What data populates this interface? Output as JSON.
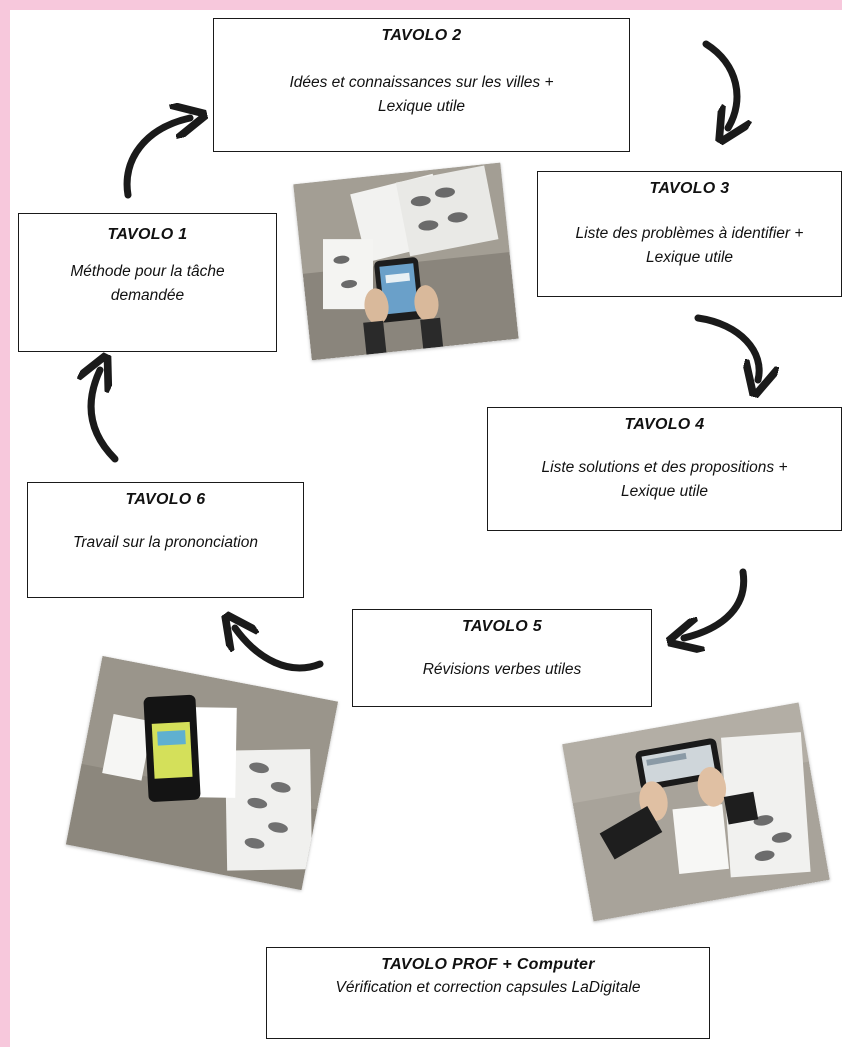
{
  "colors": {
    "page_border": "#f7c8dc",
    "box_border": "#1a1a1a",
    "arrow": "#1a1a1a"
  },
  "tables": [
    {
      "title": "TAVOLO 1",
      "desc": "Méthode pour la tâche\ndemandée"
    },
    {
      "title": "TAVOLO 2",
      "desc": "Idées et connaissances sur les villes +\nLexique utile"
    },
    {
      "title": "TAVOLO 3",
      "desc": "Liste des problèmes à identifier +\nLexique utile"
    },
    {
      "title": "TAVOLO 4",
      "desc": "Liste solutions et des propositions +\nLexique utile"
    },
    {
      "title": "TAVOLO 5",
      "desc": "Révisions verbes utiles"
    },
    {
      "title": "TAVOLO 6",
      "desc": "Travail sur la prononciation"
    }
  ],
  "prof_table": {
    "title": "TAVOLO PROF + Computer",
    "desc": "Vérification et correction capsules LaDigitale"
  },
  "photos": [
    "classroom-photo",
    "classroom-photo",
    "classroom-photo"
  ],
  "arrows": [
    "curved-arrow-icon"
  ]
}
